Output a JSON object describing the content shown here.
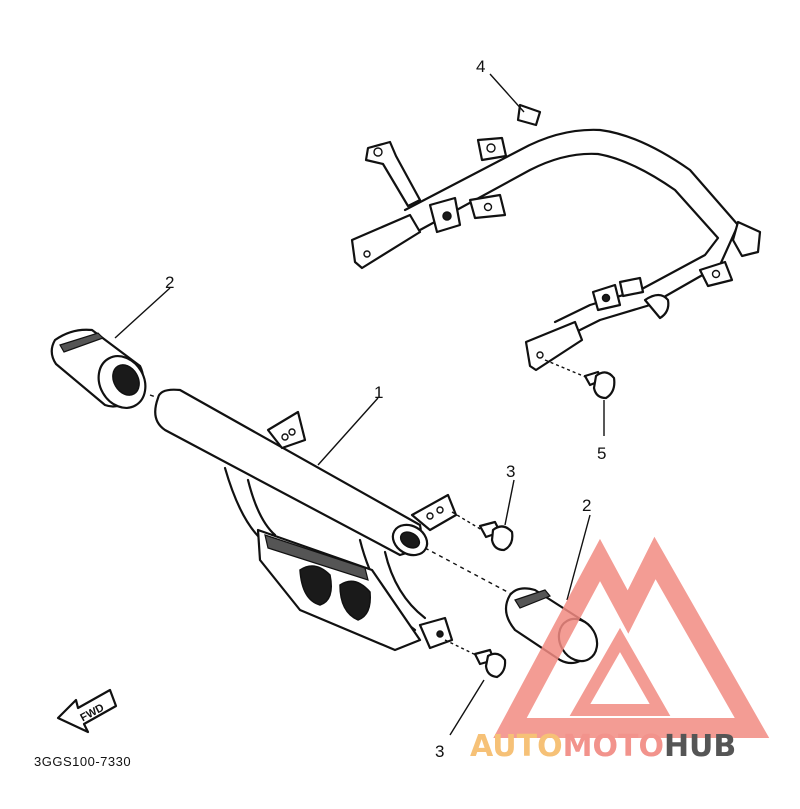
{
  "diagram": {
    "callouts": {
      "c1": "1",
      "c2a": "2",
      "c2b": "2",
      "c3a": "3",
      "c3b": "3",
      "c4": "4",
      "c5": "5"
    },
    "code": "3GGS100-7330",
    "fwd_label": "FWD"
  },
  "watermark": {
    "part1": "AUTO",
    "part2": "MOTO",
    "part3": "HUB",
    "colors": {
      "auto": "#F6C177",
      "moto": "#F2938C",
      "hub": "#555555",
      "logo": "#F28B82"
    }
  }
}
